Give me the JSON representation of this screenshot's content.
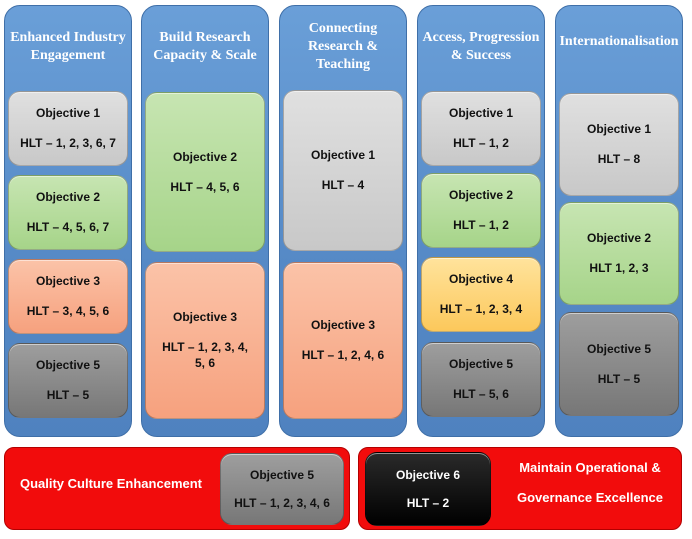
{
  "columns": [
    {
      "title": "Enhanced Industry Engagement",
      "boxes": [
        {
          "objective": "Objective 1",
          "hlt": "HLT – 1, 2, 3, 6, 7",
          "color": "#d0d0d0"
        },
        {
          "objective": "Objective 2",
          "hlt": "HLT – 4, 5, 6, 7",
          "color": "#a9d18e"
        },
        {
          "objective": "Objective 3",
          "hlt": "HLT – 3, 4, 5, 6",
          "color": "#f8a883"
        },
        {
          "objective": "Objective 5",
          "hlt": "HLT – 5",
          "color": "#808080"
        }
      ]
    },
    {
      "title": "Build Research Capacity & Scale",
      "boxes": [
        {
          "objective": "Objective 2",
          "hlt": "HLT – 4, 5, 6",
          "color": "#a9d18e"
        },
        {
          "objective": "Objective 3",
          "hlt": "HLT – 1, 2, 3, 4, 5, 6",
          "color": "#f8a883"
        }
      ]
    },
    {
      "title": "Connecting Research & Teaching",
      "boxes": [
        {
          "objective": "Objective 1",
          "hlt": "HLT – 4",
          "color": "#d0d0d0"
        },
        {
          "objective": "Objective 3",
          "hlt": "HLT – 1, 2, 4, 6",
          "color": "#f8a883"
        }
      ]
    },
    {
      "title": "Access, Progression & Success",
      "boxes": [
        {
          "objective": "Objective 1",
          "hlt": "HLT – 1, 2",
          "color": "#d0d0d0"
        },
        {
          "objective": "Objective 2",
          "hlt": "HLT – 1, 2",
          "color": "#a9d18e"
        },
        {
          "objective": "Objective 4",
          "hlt": "HLT – 1, 2, 3, 4",
          "color": "#fdd269"
        },
        {
          "objective": "Objective 5",
          "hlt": "HLT – 5, 6",
          "color": "#808080"
        }
      ]
    },
    {
      "title": "Internationalisation",
      "boxes": [
        {
          "objective": "Objective 1",
          "hlt": "HLT – 8",
          "color": "#d0d0d0"
        },
        {
          "objective": "Objective 2",
          "hlt": "HLT 1, 2, 3",
          "color": "#a9d18e"
        },
        {
          "objective": "Objective 5",
          "hlt": "HLT – 5",
          "color": "#808080"
        }
      ]
    }
  ],
  "bars": {
    "quality": {
      "label": "Quality Culture Enhancement",
      "box": {
        "objective": "Objective 5",
        "hlt": "HLT – 1, 2, 3, 4, 6"
      }
    },
    "governance": {
      "box": {
        "objective": "Objective 6",
        "hlt": "HLT – 2"
      },
      "label_line1": "Maintain Operational &",
      "label_line2": "Governance Excellence"
    }
  },
  "colors": {
    "column": "#5b8fd0",
    "bar": "#f20c0c"
  }
}
